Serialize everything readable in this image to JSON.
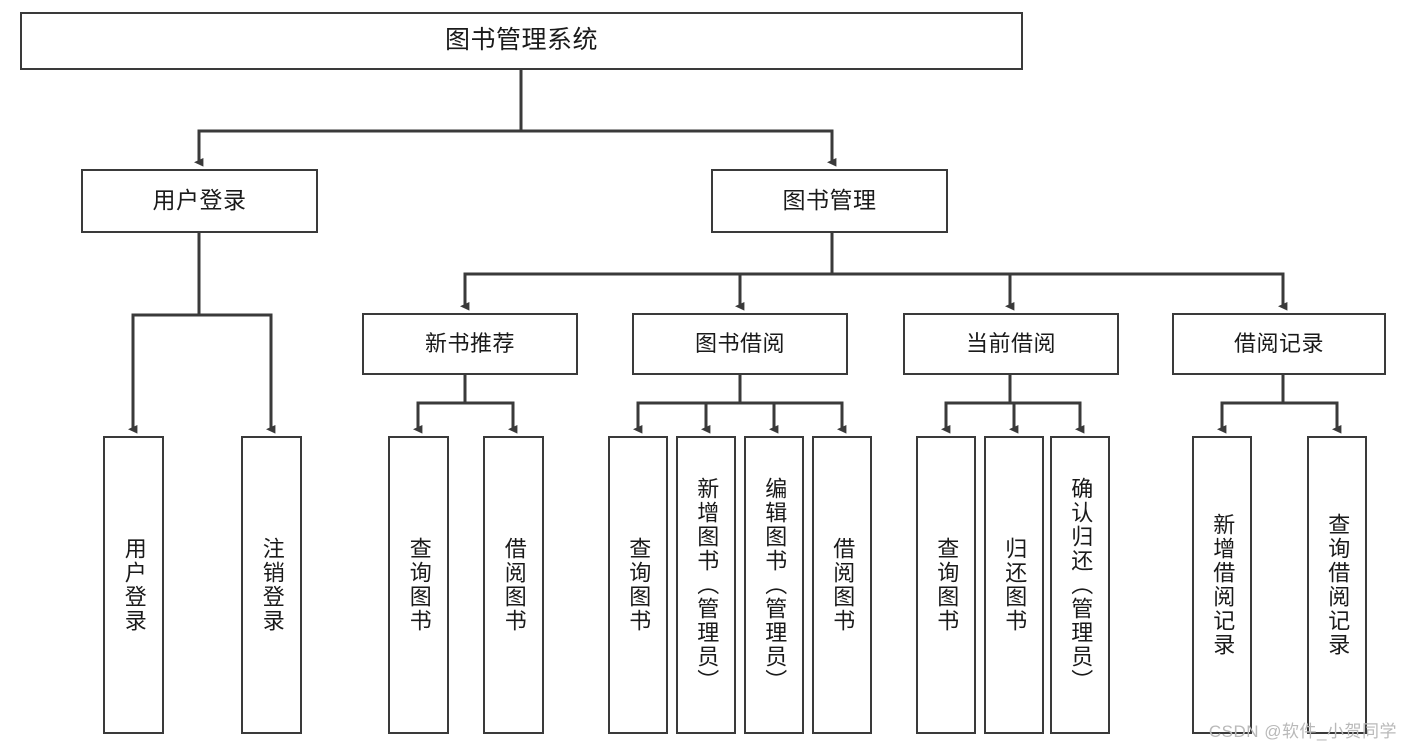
{
  "diagram": {
    "title_node": {
      "id": "root",
      "label": "图书管理系统"
    },
    "level2": [
      {
        "id": "user-login",
        "label": "用户登录"
      },
      {
        "id": "book-management",
        "label": "图书管理"
      }
    ],
    "level3": [
      {
        "id": "new-book-recommend",
        "label": "新书推荐"
      },
      {
        "id": "book-borrow",
        "label": "图书借阅"
      },
      {
        "id": "current-borrow",
        "label": "当前借阅"
      },
      {
        "id": "borrow-record",
        "label": "借阅记录"
      }
    ],
    "leaves": {
      "user_login": [
        {
          "id": "leaf-user-login",
          "label": "用户登录"
        },
        {
          "id": "leaf-logout-login",
          "label": "注销登录"
        }
      ],
      "new_book_recommend": [
        {
          "id": "leaf-query-book-1",
          "label": "查询图书"
        },
        {
          "id": "leaf-borrow-book-1",
          "label": "借阅图书"
        }
      ],
      "book_borrow": [
        {
          "id": "leaf-query-book-2",
          "label": "查询图书"
        },
        {
          "id": "leaf-add-book",
          "label": "新增图书（管理员）"
        },
        {
          "id": "leaf-edit-book",
          "label": "编辑图书（管理员）"
        },
        {
          "id": "leaf-borrow-book-2",
          "label": "借阅图书"
        }
      ],
      "current_borrow": [
        {
          "id": "leaf-query-book-3",
          "label": "查询图书"
        },
        {
          "id": "leaf-return-book",
          "label": "归还图书"
        },
        {
          "id": "leaf-confirm-return",
          "label": "确认归还（管理员）"
        }
      ],
      "borrow_record": [
        {
          "id": "leaf-add-borrow-record",
          "label": "新增借阅记录"
        },
        {
          "id": "leaf-query-borrow-record",
          "label": "查询借阅记录"
        }
      ]
    }
  },
  "watermark": {
    "text": "CSDN @软件_小贺同学"
  },
  "colors": {
    "box_border": "#3a3a3a",
    "line": "#3a3a3a",
    "text": "#1a1a1a",
    "background": "#ffffff",
    "watermark": "#b9b9b9"
  }
}
